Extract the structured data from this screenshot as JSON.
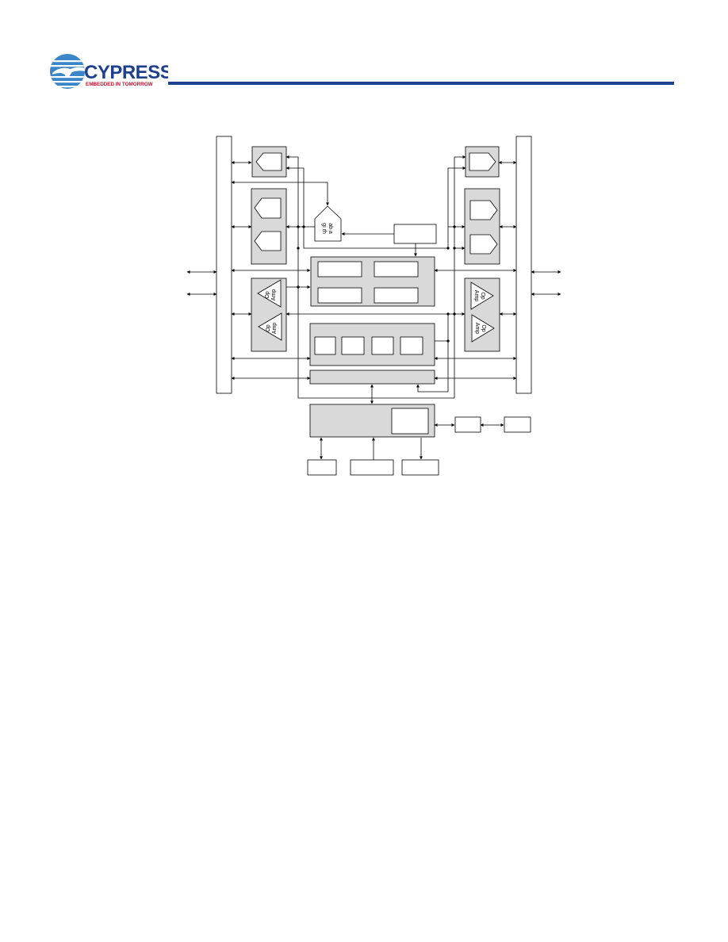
{
  "header": {
    "brand_name": "CYPRESS",
    "tagline": "EMBEDDED IN TOMORROW",
    "colors": {
      "brand_blue": "#1f3f8f",
      "tagline_red": "#c8102e",
      "rule_blue": "#1f3f8f"
    }
  },
  "diagram": {
    "opamp_labels": [
      "Op",
      "Amp"
    ],
    "colors": {
      "block_fill": "#d9d9d9",
      "line": "#000000"
    }
  }
}
